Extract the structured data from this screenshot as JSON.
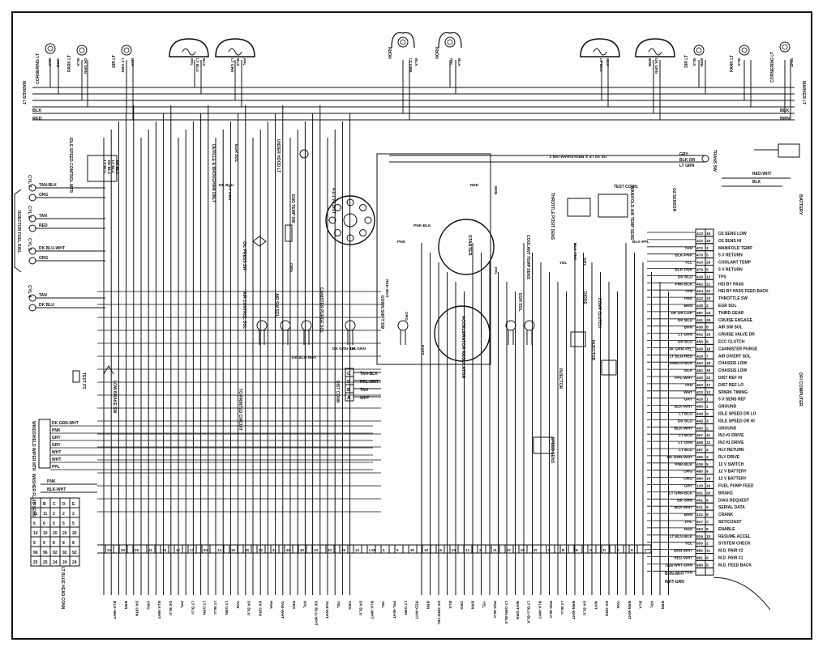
{
  "top_components": [
    "CORNERING LT",
    "PARK LT",
    "DIR LT",
    "HORN",
    "HORN",
    "DIR LT",
    "PARK LT",
    "CORNERING LT"
  ],
  "top_wire_colors": [
    "BLK",
    "ORG",
    "BLK",
    "DK GRN",
    "LT GRN",
    "BLK",
    "PPL",
    "LT BLU",
    "BLK",
    "LT GRN",
    "BLK",
    "PPL",
    "LT GRN",
    "BLK",
    "PPL",
    "BLK",
    "LT BLU",
    "BLK",
    "BRN",
    "DK GRN",
    "BLK",
    "BRN",
    "BLK",
    "WHT"
  ],
  "marker_left": "MARKER LT",
  "marker_right": "MARKER LT",
  "bus_labels_left": [
    "BLK",
    "RED"
  ],
  "bus_labels_right": [
    "BLK",
    "BRN"
  ],
  "left_components": [
    "CYL 7",
    "CYL 6",
    "CYL 5",
    "CYL 4"
  ],
  "left_wire_labels": [
    "TAN-BLK",
    "ORG",
    "TAN",
    "RED",
    "DK BLU-WHT",
    "ORG",
    "TAN",
    "DK BLU"
  ],
  "left_bracket_text": "INJECTOR FUEL RAIL",
  "idle_speed": "IDLE SPEED CONTROL MTR",
  "idle_wires": [
    "LT BLU",
    "DK BLU",
    "LT BLU",
    "DK BLU"
  ],
  "mid_components": [
    "DEVILLE & BROUGHAM ONLY",
    "EGR SOL",
    "UNDER HOOD LT",
    "ENG TEMP SW",
    "OIL PRESS SW",
    "4-2-1 V8 DIST",
    "CANISTER PURGE SOL",
    "DOWN SHIFT SW",
    "AIR CONTROL SOL",
    "AIR SW SOL",
    "STARTER",
    "ACCELERATOR REGULATOR",
    "EGR SOL",
    "THROTTLE POSIT SENS",
    "TEST CONN.",
    "MANIFOLD AIR TEMP SENS",
    "O2 SENSOR",
    "COOLANT TEMP SENS",
    "DIODE",
    "COMP CLUTCH",
    "INJECTOR",
    "INJECTOR",
    "SPEED SENS",
    "TEST PT.",
    "LOW BRAKE SW",
    "TRANS SW",
    "BATTERY",
    "DFI COMPUTER"
  ],
  "mid_wire_labels": [
    "DK BLU",
    "LT GRN",
    "RED",
    "BRN",
    "PNK",
    "GRN",
    "DK GRN",
    "ORG",
    "DK BLU-WHT",
    "RED-WHT",
    "PNK-BLK",
    "PPL",
    "YEL",
    "GRY",
    "DK GRN-YEL",
    "BLK-PNK",
    "BLK-PPL",
    "BATT"
  ],
  "dist_conn": "DIST CONN",
  "dist_rows": [
    [
      "C",
      "TAN-BLK"
    ],
    [
      "D",
      "PPL-WHT"
    ],
    [
      "B",
      "TAN"
    ],
    [
      "A",
      "WHT"
    ]
  ],
  "printed_circuit": "TO PRINTED CIRCUIT",
  "trans_note": "DE VILLE & BROUGHAM ONLY",
  "trans_wires": [
    "GRY",
    "BLK OR",
    "LT GRN"
  ],
  "battery_wires": [
    "RED-WHT",
    "BLK"
  ],
  "wiper_labels": [
    "WINDSHIELD WIPER MTR"
  ],
  "wiper_wires": [
    "DK GRN-WHT",
    "PNK",
    "GRY",
    "GRY",
    "WHT",
    "WHT",
    "PPL"
  ],
  "washer": "WASHER FLUID SENS",
  "washer_wires": [
    "PNK",
    "BLK-WHT"
  ],
  "lt_blu_head": "LT BLUE HEAD CONN",
  "computer_pins": [
    [
      "413",
      "16",
      "O2 SENS LOW",
      ""
    ],
    [
      "412",
      "15",
      "O2 SENS HI",
      ""
    ],
    [
      "472",
      "3",
      "MANIFOLD TEMP",
      "TAN"
    ],
    [
      "476",
      "5",
      "5 V RETURN",
      "BLK-PNK"
    ],
    [
      "410",
      "20",
      "COOLANT TEMP",
      "YEL"
    ],
    [
      "476",
      "5",
      "5 V RETURN",
      "BLK-PNK"
    ],
    [
      "416",
      "12",
      "TPS",
      "DK BLU"
    ],
    [
      "462",
      "21",
      "HEI BY PASS",
      "PNK-BLK"
    ],
    [
      "424",
      "22",
      "HEI BY PASS FEED BACK",
      "TAN"
    ],
    [
      "422",
      "23",
      "THROTTLE SW",
      "PNK"
    ],
    [
      "435",
      "2",
      "EGR SOL",
      "BRN"
    ],
    [
      "487",
      "24",
      "THIRD GEAR",
      "DK OR LGP"
    ],
    [
      "441",
      "25",
      "CRUISE ENGAGE",
      "DK BLU"
    ],
    [
      "436",
      "8",
      "AIR SW SOL",
      "BRN"
    ],
    [
      "402",
      "10",
      "CRUISE VALVE DR",
      "LT GRN"
    ],
    [
      "456",
      "6",
      "ECC CLUTCH",
      "DK BLU"
    ],
    [
      "428",
      "18",
      "CANNISTER PURGE",
      "DK GRN-YEL"
    ],
    [
      "429",
      "7",
      "AIR DIVERT SOL",
      "LT BLU-RED"
    ],
    [
      "453",
      "18",
      "CHASSIS LOW",
      "SHIELD BLK"
    ],
    [
      "452",
      "19",
      "CHASSIS LOW",
      "BLK"
    ],
    [
      "430",
      "22",
      "DIST REF HI",
      "PPL-WHT"
    ],
    [
      "453",
      "17",
      "DIST REF LO",
      "TAN"
    ],
    [
      "423",
      "12",
      "SPARK TIMING",
      "WHT"
    ],
    [
      "426",
      "1",
      "5 V SENS REF",
      "GRY"
    ],
    [
      "450",
      "1",
      "GROUND",
      "BLK-WHT"
    ],
    [
      "444",
      "4",
      "IDLE SPEED DR LO",
      "LT BLU"
    ],
    [
      "445",
      "3",
      "IDLE SPEED DR HI",
      "DK BLU"
    ],
    [
      "450",
      "2",
      "GROUND",
      "BLK-WHT"
    ],
    [
      "467",
      "11",
      "INJ #2 DRIVE",
      "LT BLU"
    ],
    [
      "468",
      "12",
      "INJ #1 DRIVE",
      "LT GRN"
    ],
    [
      "497",
      "4",
      "RLY RETURN",
      "LT BLU"
    ],
    [
      "465",
      "3",
      "RLY DRIVE",
      "DK GRN-WHT"
    ],
    [
      "439",
      "5",
      "12 V SWITCH",
      "PNK-BLK"
    ],
    [
      "480",
      "9",
      "12 V BATTERY",
      "ORG"
    ],
    [
      "480",
      "14",
      "12 V BATTERY",
      "ORG"
    ],
    [
      "120",
      "16",
      "FUEL PUMP FEED",
      "GRY"
    ],
    [
      "931",
      "20",
      "BRAKE",
      "LT GRN-BLK"
    ],
    [
      "451",
      "6",
      "DIAG REQUEST",
      "DK GRN"
    ],
    [
      "911",
      "9",
      "SERIAL DATA",
      "BLK-WHT"
    ],
    [
      "121",
      "8",
      "CRANK",
      "BRN"
    ],
    [
      "917",
      "C",
      "SET/COAST",
      "PPL"
    ],
    [
      "963",
      "8",
      "ENABLE",
      "RED"
    ],
    [
      "916",
      "10",
      "RESUME ACCEL",
      "LT BLU-BLK"
    ],
    [
      "950",
      "2",
      "SYSTEM CHECK",
      "YEL"
    ],
    [
      "982",
      "11",
      "M.D. PAIR #2",
      "BRN-WHT"
    ],
    [
      "981",
      "9",
      "M.D. PAIR #1",
      "RED-WHT"
    ],
    [
      "980",
      "5",
      "M.D. FEED BACK",
      "WHT-GRN"
    ],
    [
      "",
      "",
      "",
      "TAN"
    ]
  ],
  "bottom_labels": [
    "BLK-WHT",
    "BRN",
    "DK GRN",
    "ORG",
    "BLK-WHT",
    "DK BLU",
    "PPL",
    "LT BLU",
    "LT GRN",
    "LT BLU",
    "LT GRN",
    "TAN",
    "DK BLU",
    "DK GRN",
    "PNK",
    "TAN-WHT",
    "RED",
    "PPL",
    "DK BLU-WHT",
    "TAN-WHT",
    "YEL",
    "ORG",
    "DK BLU",
    "BLK-WHT",
    "YEL",
    "PPL-WHT",
    "LT GRN",
    "RED-WHT",
    "BRN",
    "DK GRN-YEL",
    "BLK",
    "ORG",
    "BRN",
    "YEL",
    "PNK-BLK",
    "LT GRN-BLK",
    "WHT-GRN",
    "LT BLU-BLK",
    "BLK-WHT",
    "PNK-BLK",
    "LT BLU",
    "BRN-WHT",
    "DK BLU",
    "WHT",
    "DK GRN",
    "TAN",
    "BRN-WHT",
    "BLK",
    "PPL",
    "BRN"
  ],
  "bottom_pins": [
    "S2",
    "53",
    "29",
    "41",
    "19",
    "12",
    "13",
    "54",
    "14",
    "16",
    "39",
    "22",
    "41",
    "45",
    "40",
    "24",
    "Z2",
    "36",
    "13",
    "L19",
    "5",
    "5",
    "30",
    "10",
    "16",
    "23",
    "12",
    "3",
    "11",
    "17",
    "20",
    "R",
    "C",
    "B",
    "E",
    "A",
    "D",
    "J",
    "K",
    "F"
  ],
  "connector_grid": [
    [
      "A",
      "B",
      "C",
      "D",
      "E"
    ],
    [
      "11",
      "11",
      "2",
      "2",
      "2"
    ],
    [
      "6",
      "6",
      "5",
      "5",
      "5"
    ],
    [
      "10",
      "10",
      "20",
      "20",
      "20"
    ],
    [
      "9",
      "9",
      "8",
      "8",
      "8"
    ],
    [
      "96",
      "96",
      "92",
      "92",
      "92"
    ],
    [
      "25",
      "25",
      "24",
      "24",
      "24"
    ]
  ],
  "colors": {
    "ink": "#111111",
    "paper": "#fdfdfb"
  },
  "footer_values": [
    "TAN",
    "BRN-WHT",
    "WHT-GRN"
  ]
}
